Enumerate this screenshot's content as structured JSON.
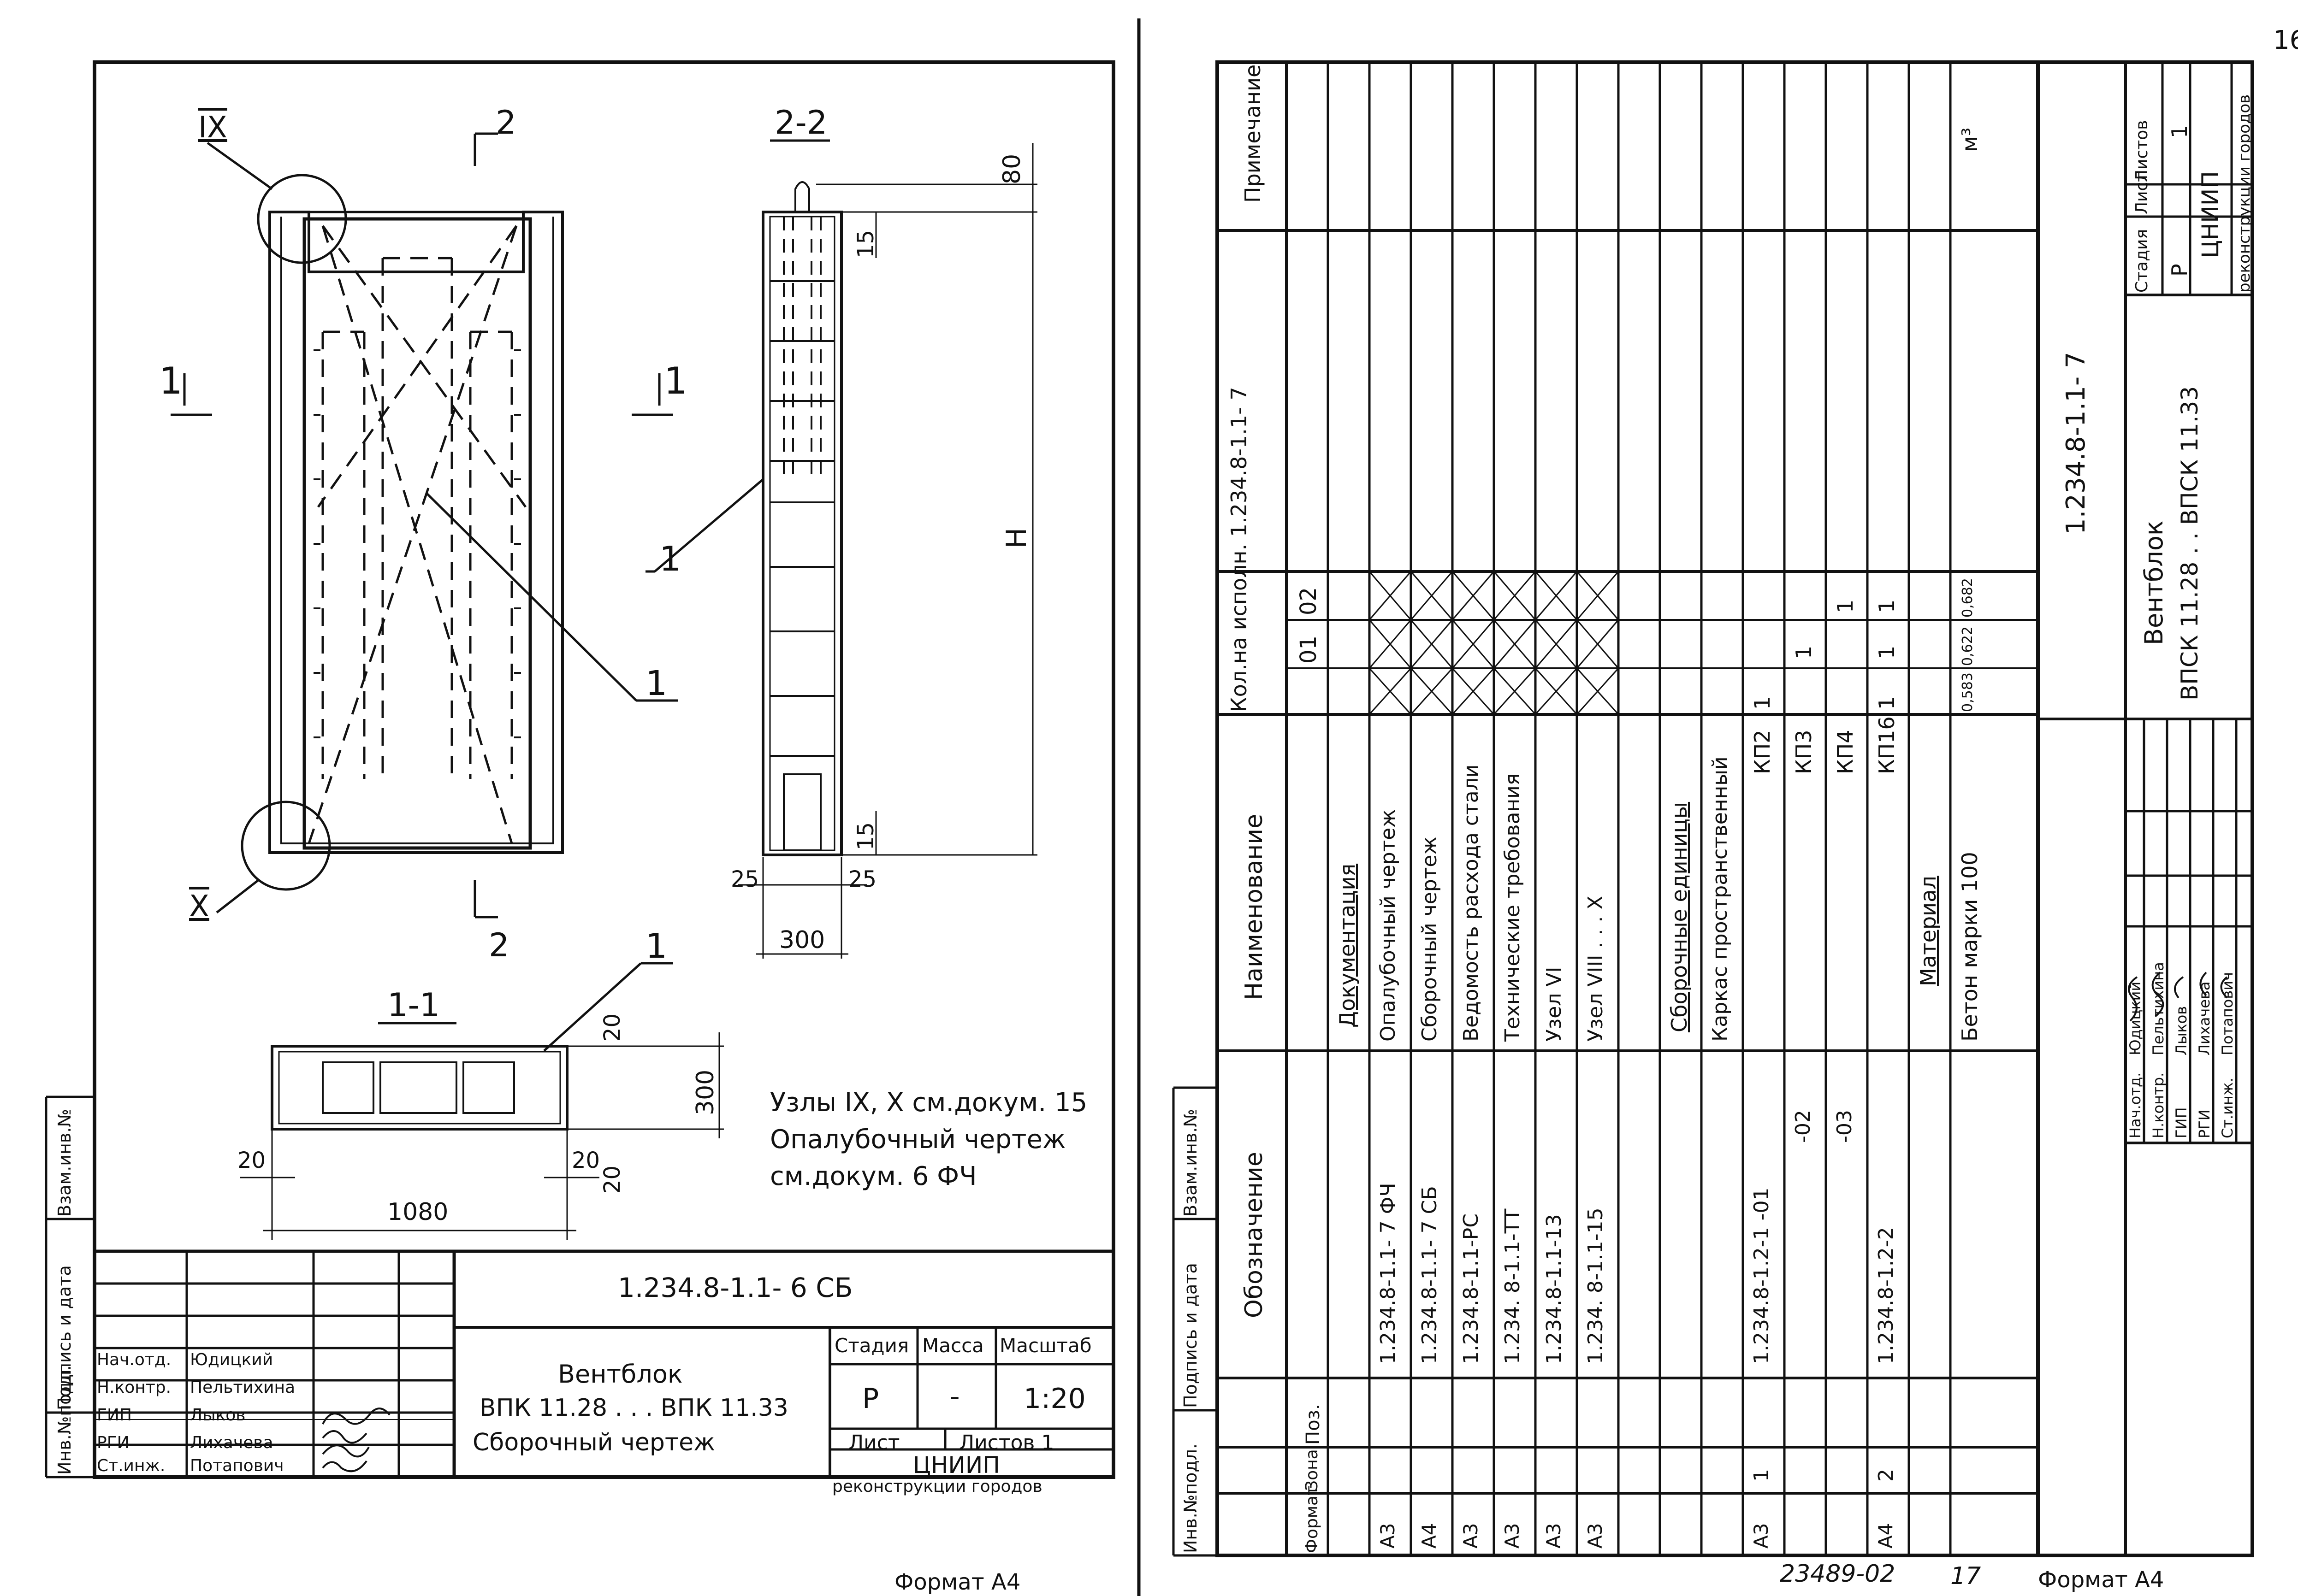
{
  "page_number": "16",
  "left_sheet": {
    "marks": {
      "node_ix": "IX",
      "node_x": "X",
      "sec2_top": "2",
      "sec2_bottom": "2",
      "sec1_left": "1",
      "sec1_right": "1",
      "leader_a": "1",
      "leader_b": "1",
      "leader_c": "1"
    },
    "section_22": {
      "title": "2-2",
      "dim_80": "80",
      "dim_15_top": "15",
      "dim_h": "H",
      "dim_15_bottom": "15",
      "dim_25_left": "25",
      "dim_25_right": "25",
      "dim_300": "300"
    },
    "section_11": {
      "title": "1-1",
      "dim_20_top": "20",
      "dim_300": "300",
      "dim_20_bottom": "20",
      "dim_20_left": "20",
      "dim_20_right": "20",
      "dim_1080": "1080"
    },
    "notes": [
      "Узлы IX, X см.докум. 15",
      "Опалубочный чертеж",
      "см.докум.     6  ФЧ"
    ],
    "side_stamp": [
      "Инв.№подл.",
      "Подпись и дата",
      "Взам.инв.№"
    ],
    "title_block": {
      "code": "1.234.8-1.1- 6  СБ",
      "name_lines": [
        "Вентблок",
        "ВПК 11.28 . . . ВПК 11.33",
        "Сборочный  чертеж"
      ],
      "stage_label": "Стадия",
      "mass_label": "Масса",
      "scale_label": "Масштаб",
      "stage_value": "Р",
      "mass_value": "-",
      "scale_value": "1:20",
      "sheet_label": "Лист",
      "sheets_label": "Листов 1",
      "org_line1": "ЦНИИП",
      "org_line2": "реконструкции городов",
      "signers": [
        {
          "role": "Нач.отд.",
          "name": "Юдицкий"
        },
        {
          "role": "Н.контр.",
          "name": "Пельтихина"
        },
        {
          "role": "ГИП",
          "name": "Лыков"
        },
        {
          "role": "РГИ",
          "name": "Лихачева"
        },
        {
          "role": "Ст.инж.",
          "name": "Потапович"
        }
      ]
    },
    "format": "Формат  А4"
  },
  "right_sheet": {
    "headers": {
      "format": "Формат",
      "zone": "Зона",
      "pos": "Поз.",
      "designation": "Обозначение",
      "name": "Наименование",
      "qty": "Кол.на исполн.  1.234.8-1.1- 7",
      "exec1": "01",
      "exec2": "02",
      "note": "Примечание"
    },
    "rows": [
      {
        "format": "",
        "pos": "",
        "designation": "",
        "name": "Документация",
        "q1": "",
        "q2": "",
        "q3": "",
        "note": ""
      },
      {
        "format": "А3",
        "pos": "",
        "designation": "1.234.8-1.1- 7  ФЧ",
        "name": "Опалубочный  чертеж",
        "q1": "",
        "q2": "",
        "q3": "",
        "note": ""
      },
      {
        "format": "А4",
        "pos": "",
        "designation": "1.234.8-1.1- 7  СБ",
        "name": "Сборочный  чертеж",
        "q1": "",
        "q2": "",
        "q3": "",
        "note": ""
      },
      {
        "format": "А3",
        "pos": "",
        "designation": "1.234.8-1.1-РС",
        "name": "Ведомость расхода стали",
        "q1": "",
        "q2": "",
        "q3": "",
        "note": ""
      },
      {
        "format": "А3",
        "pos": "",
        "designation": "1.234. 8-1.1-ТТ",
        "name": "Технические требования",
        "q1": "",
        "q2": "",
        "q3": "",
        "note": ""
      },
      {
        "format": "А3",
        "pos": "",
        "designation": "1.234.8-1.1-13",
        "name": "Узел VI",
        "q1": "",
        "q2": "",
        "q3": "",
        "note": ""
      },
      {
        "format": "А3",
        "pos": "",
        "designation": "1.234. 8-1.1-15",
        "name": "Узел VIII . . . X",
        "q1": "",
        "q2": "",
        "q3": "",
        "note": ""
      },
      {
        "format": "",
        "pos": "",
        "designation": "",
        "name": "",
        "q1": "",
        "q2": "",
        "q3": "",
        "note": ""
      },
      {
        "format": "",
        "pos": "",
        "designation": "",
        "name": "Сборочные  единицы",
        "q1": "",
        "q2": "",
        "q3": "",
        "note": ""
      },
      {
        "format": "",
        "pos": "",
        "designation": "",
        "name": "Каркас  пространственный",
        "q1": "",
        "q2": "",
        "q3": "",
        "note": ""
      },
      {
        "format": "А3",
        "pos": "1",
        "designation": "1.234.8-1.2-1       -01",
        "name": "КП2",
        "q1": "1",
        "q2": "",
        "q3": "",
        "note": ""
      },
      {
        "format": "",
        "pos": "",
        "designation": "-02",
        "name": "КП3",
        "q1": "",
        "q2": "1",
        "q3": "",
        "note": ""
      },
      {
        "format": "",
        "pos": "",
        "designation": "-03",
        "name": "КП4",
        "q1": "",
        "q2": "",
        "q3": "1",
        "note": ""
      },
      {
        "format": "А4",
        "pos": "2",
        "designation": "1.234.8-1.2-2",
        "name": "КП16",
        "q1": "1",
        "q2": "1",
        "q3": "1",
        "note": ""
      },
      {
        "format": "",
        "pos": "",
        "designation": "",
        "name": "Материал",
        "q1": "",
        "q2": "",
        "q3": "",
        "note": ""
      },
      {
        "format": "",
        "pos": "",
        "designation": "",
        "name": "Бетон марки 100",
        "q1": "0,583",
        "q2": "0,622",
        "q3": "0,682",
        "note": "м³"
      }
    ],
    "side_stamp": [
      "Инв.№подл.",
      "Подпись и дата",
      "Взам.инв.№"
    ],
    "title_block": {
      "code": "1.234.8-1.1- 7",
      "name_lines": [
        "Вентблок",
        "ВПСК 11.28 . . ВПСК 11.33"
      ],
      "stage_label": "Стадия",
      "sheet_label": "Лист",
      "sheets_label": "Листов",
      "stage_value": "Р",
      "sheets_value": "1",
      "org_line1": "ЦНИИП",
      "org_line2": "реконструкции городов",
      "signers": [
        {
          "role": "Нач.отд.",
          "name": "Юдицкий"
        },
        {
          "role": "Н.контр.",
          "name": "Пельтихина"
        },
        {
          "role": "ГИП",
          "name": "Лыков"
        },
        {
          "role": "РГИ",
          "name": "Лихачева"
        },
        {
          "role": "Ст.инж.",
          "name": "Потапович"
        }
      ]
    },
    "footer_number": "23489-02",
    "footer_page": "17",
    "format": "Формат  А4"
  }
}
